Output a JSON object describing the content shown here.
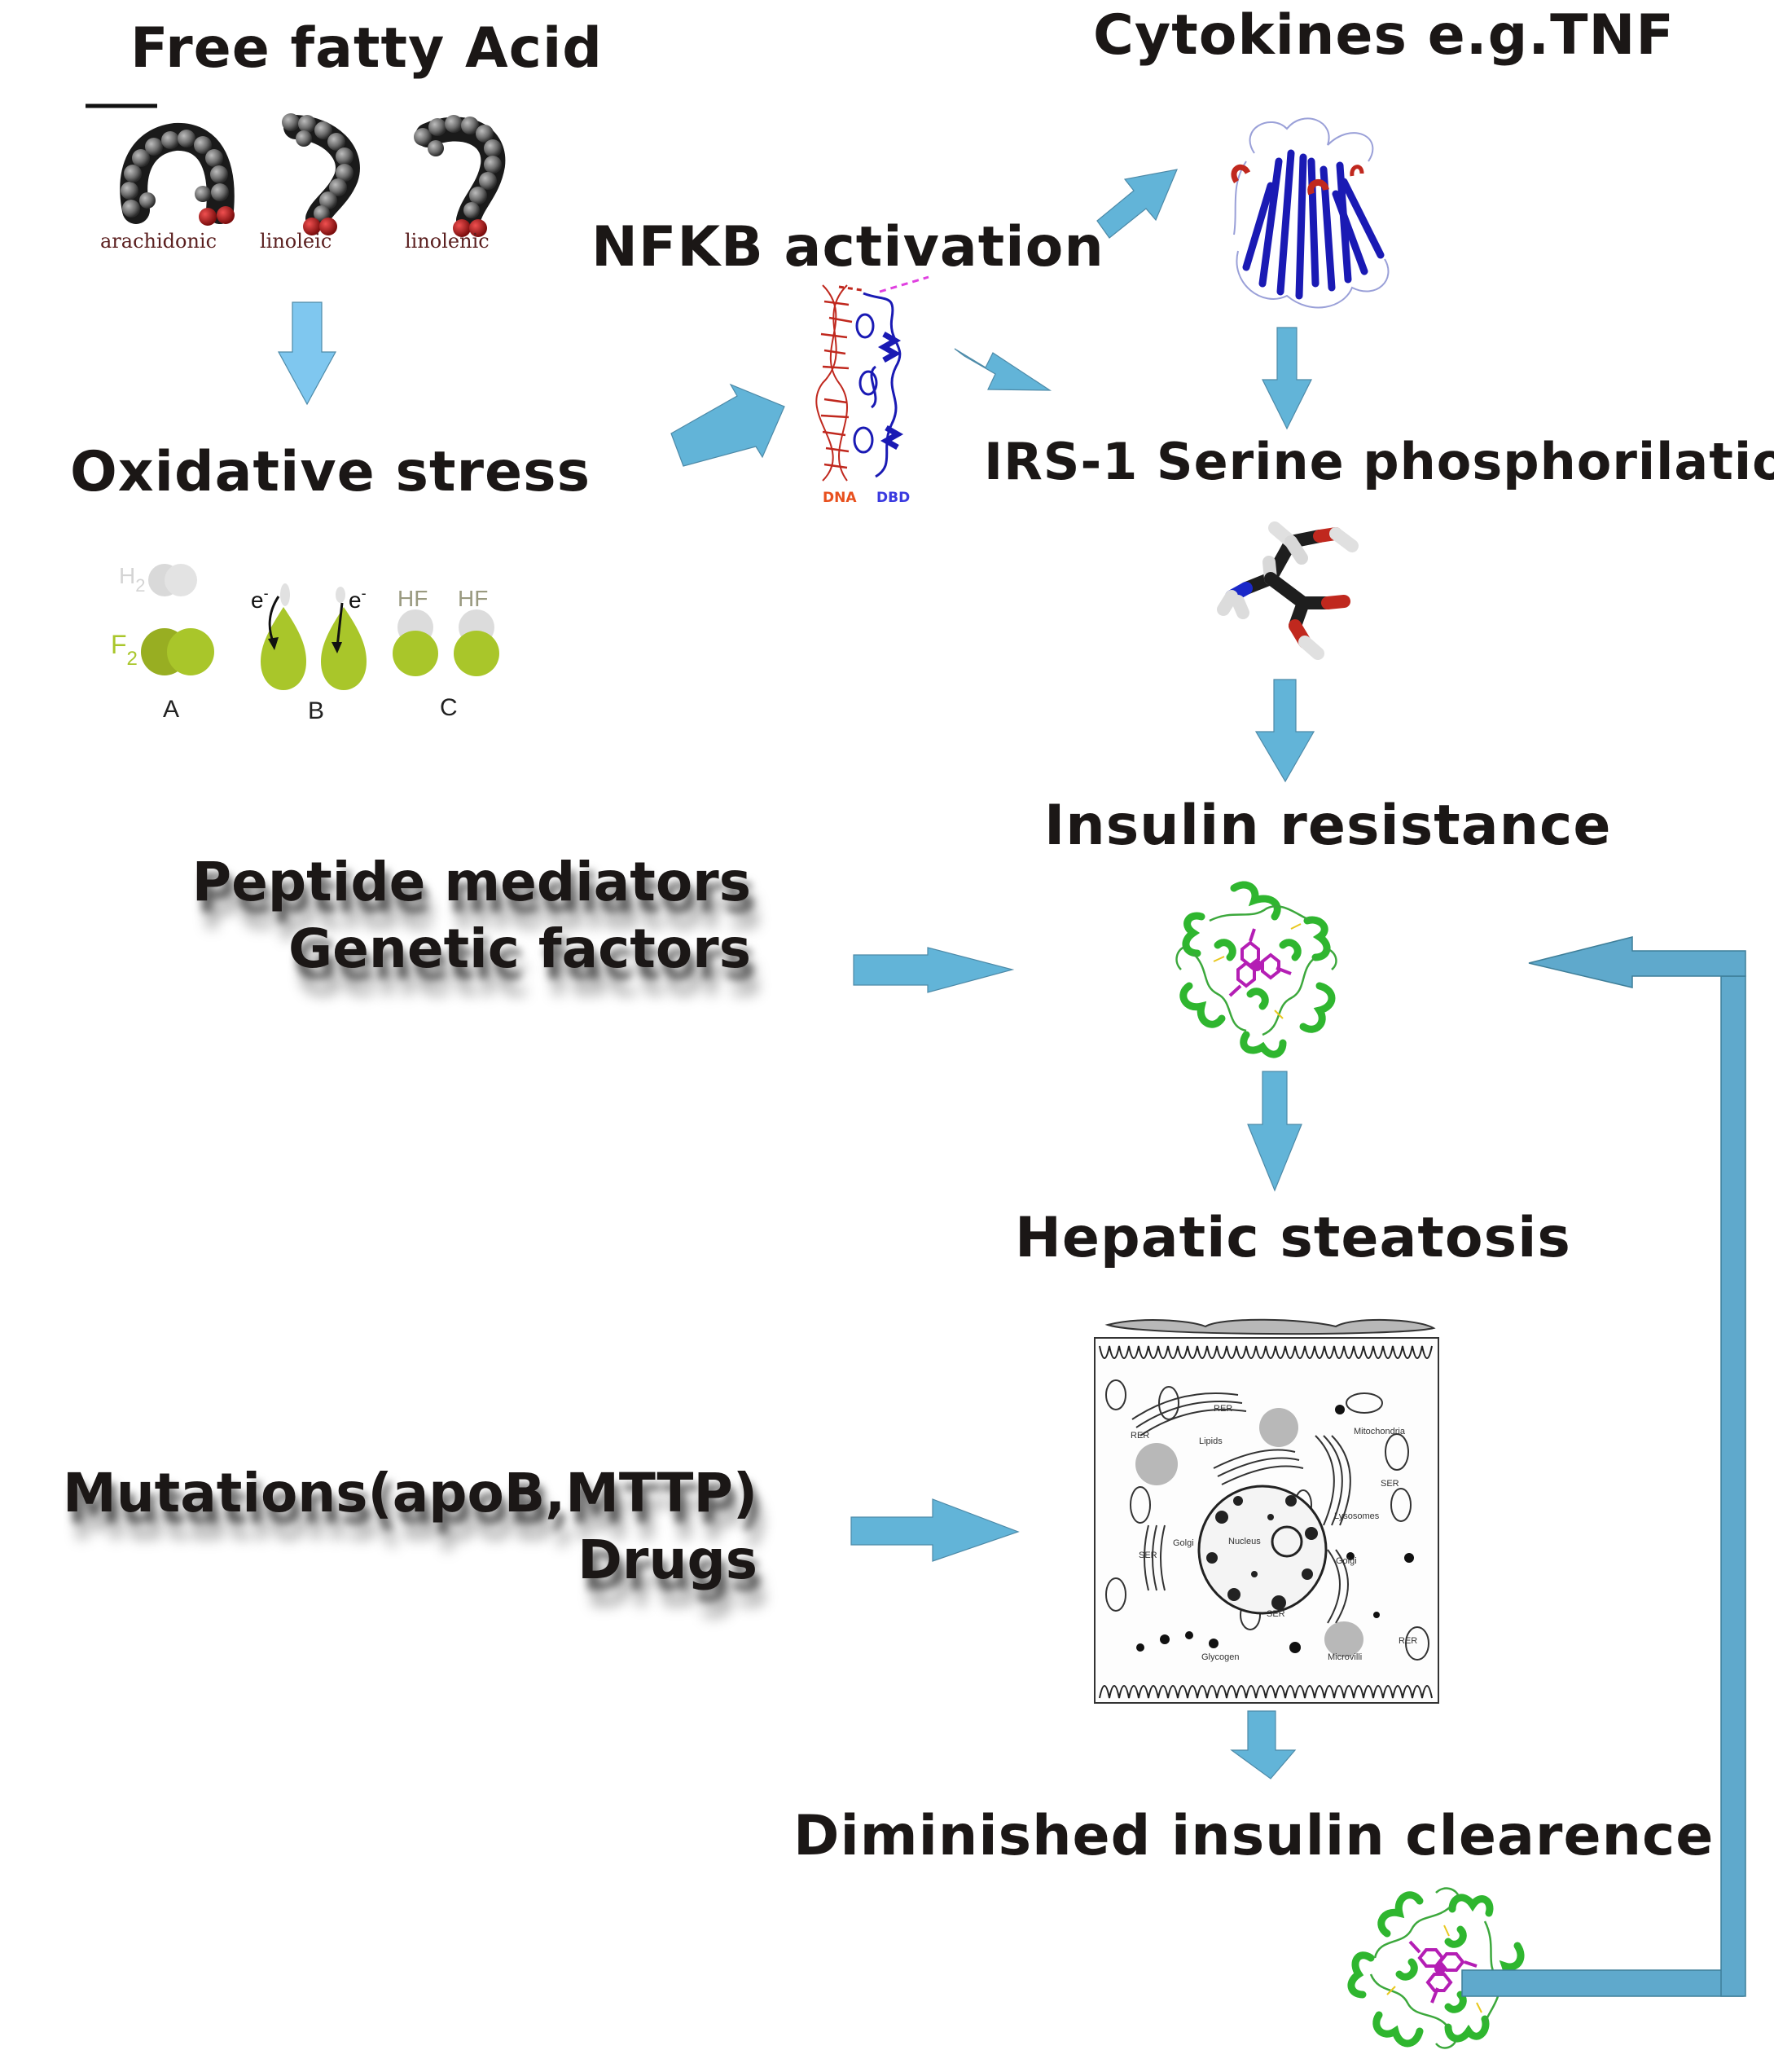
{
  "diagram": {
    "title": "Pathogenesis pathway: free fatty acids to insulin resistance, hepatic steatosis and diminished insulin clearance",
    "colors": {
      "arrow_fill": "#62b4d8",
      "arrow_fill_light": "#7fc7ef",
      "feedback_arrow_fill": "#5fa9cc",
      "text": "#1b1716",
      "dna_red": "#c0281e",
      "protein_blue": "#1a1ab4",
      "insulin_green": "#2fb62f",
      "insulin_magenta": "#b41eb4",
      "fluorine_green": "#a9c62a",
      "hydrogen_gray": "#d9d9d9"
    },
    "nodes": {
      "free_fatty_acid": {
        "label": "Free fatty Acid",
        "molecules": [
          "arachidonic",
          "linoleic",
          "linolenic"
        ]
      },
      "oxidative_stress": {
        "label": "Oxidative stress",
        "panel_labels": [
          "A",
          "B",
          "C"
        ],
        "species": {
          "h2": "H",
          "h2_sub": "2",
          "f2": "F",
          "f2_sub": "2",
          "electron": "e",
          "electron_sup": "-",
          "hf": "HF"
        }
      },
      "nfkb": {
        "label": "NFKB activation",
        "image_labels": [
          "DNA",
          "DBD"
        ]
      },
      "cytokines": {
        "label": "Cytokines e.g.TNF"
      },
      "irs1": {
        "label": "IRS-1 Serine phosphorilation"
      },
      "insulin_resistance": {
        "label": "Insulin resistance"
      },
      "peptide_genetic": {
        "lines": [
          "Peptide mediators",
          "Genetic factors"
        ]
      },
      "hepatic_steatosis": {
        "label": "Hepatic steatosis",
        "organelle_labels": [
          "RER",
          "Lipids",
          "RER",
          "Mitochondria",
          "SER",
          "Lysosomes",
          "Nucleus",
          "Golgi",
          "SER",
          "Golgi",
          "SER",
          "Glycogen",
          "Microvilli",
          "RER"
        ]
      },
      "mutations_drugs": {
        "lines": [
          "Mutations(apoB,MTTP)",
          "Drugs"
        ]
      },
      "diminished_clearance": {
        "label": "Diminished insulin clearence"
      }
    },
    "edges": [
      {
        "from": "Free fatty Acid",
        "to": "Oxidative stress"
      },
      {
        "from": "Oxidative stress",
        "to": "NFKB activation"
      },
      {
        "from": "NFKB activation",
        "to": "Cytokines e.g.TNF"
      },
      {
        "from": "NFKB activation",
        "to": "IRS-1 Serine phosphorilation"
      },
      {
        "from": "Cytokines e.g.TNF",
        "to": "IRS-1 Serine phosphorilation"
      },
      {
        "from": "IRS-1 Serine phosphorilation",
        "to": "Insulin resistance"
      },
      {
        "from": "Peptide mediators / Genetic factors",
        "to": "Insulin resistance"
      },
      {
        "from": "Insulin resistance",
        "to": "Hepatic steatosis"
      },
      {
        "from": "Mutations(apoB,MTTP) / Drugs",
        "to": "Hepatic steatosis"
      },
      {
        "from": "Hepatic steatosis",
        "to": "Diminished insulin clearence"
      },
      {
        "from": "Diminished insulin clearence",
        "to": "Insulin resistance",
        "type": "feedback"
      }
    ]
  }
}
